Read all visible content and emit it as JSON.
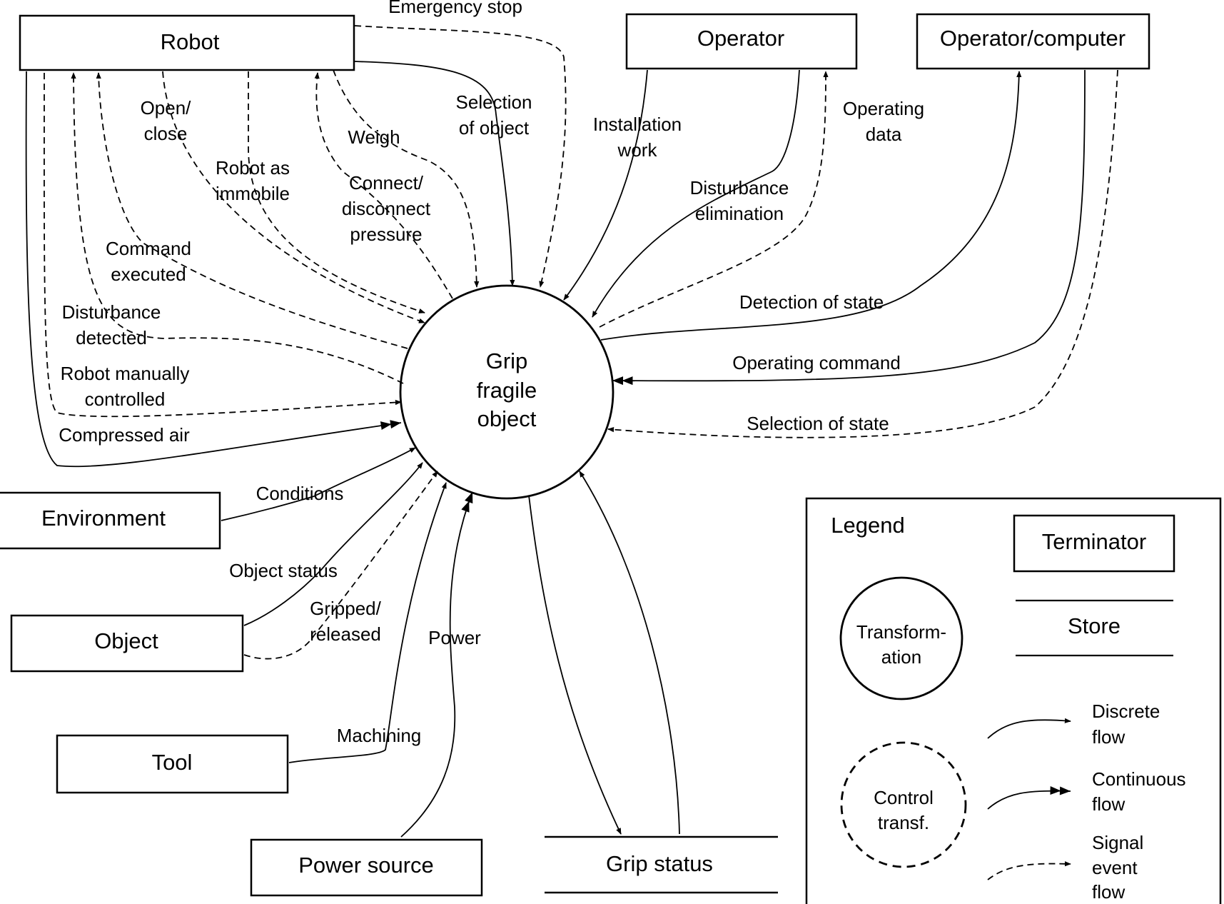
{
  "terminators": {
    "robot": "Robot",
    "operator": "Operator",
    "operator_computer": "Operator/computer",
    "environment": "Environment",
    "object": "Object",
    "tool": "Tool",
    "power_source": "Power source"
  },
  "store": {
    "grip_status": "Grip status"
  },
  "process": {
    "line1": "Grip",
    "line2": "fragile",
    "line3": "object"
  },
  "flows": {
    "emergency_stop": "Emergency stop",
    "open_close": [
      "Open/",
      "close"
    ],
    "robot_immobile": [
      "Robot as",
      "immobile"
    ],
    "weigh": "Weigh",
    "connect_pressure": [
      "Connect/",
      "disconnect",
      "pressure"
    ],
    "selection_object": [
      "Selection",
      "of object"
    ],
    "command_executed": [
      "Command",
      "executed"
    ],
    "disturbance_detected": [
      "Disturbance",
      "detected"
    ],
    "robot_manual": [
      "Robot manually",
      "controlled"
    ],
    "compressed_air": "Compressed air",
    "installation_work": [
      "Installation",
      "work"
    ],
    "operating_data": [
      "Operating",
      "data"
    ],
    "disturbance_elim": [
      "Disturbance",
      "elimination"
    ],
    "detection_state": "Detection of state",
    "operating_command": "Operating command",
    "selection_state": "Selection of state",
    "conditions": "Conditions",
    "object_status": "Object status",
    "gripped_released": [
      "Gripped/",
      "released"
    ],
    "machining": "Machining",
    "power": "Power"
  },
  "legend": {
    "title": "Legend",
    "terminator": "Terminator",
    "store": "Store",
    "transformation": [
      "Transform-",
      "ation"
    ],
    "control": [
      "Control",
      "transf."
    ],
    "discrete": [
      "Discrete",
      "flow"
    ],
    "continuous": [
      "Continuous",
      "flow"
    ],
    "signal": [
      "Signal",
      "event",
      "flow"
    ]
  }
}
